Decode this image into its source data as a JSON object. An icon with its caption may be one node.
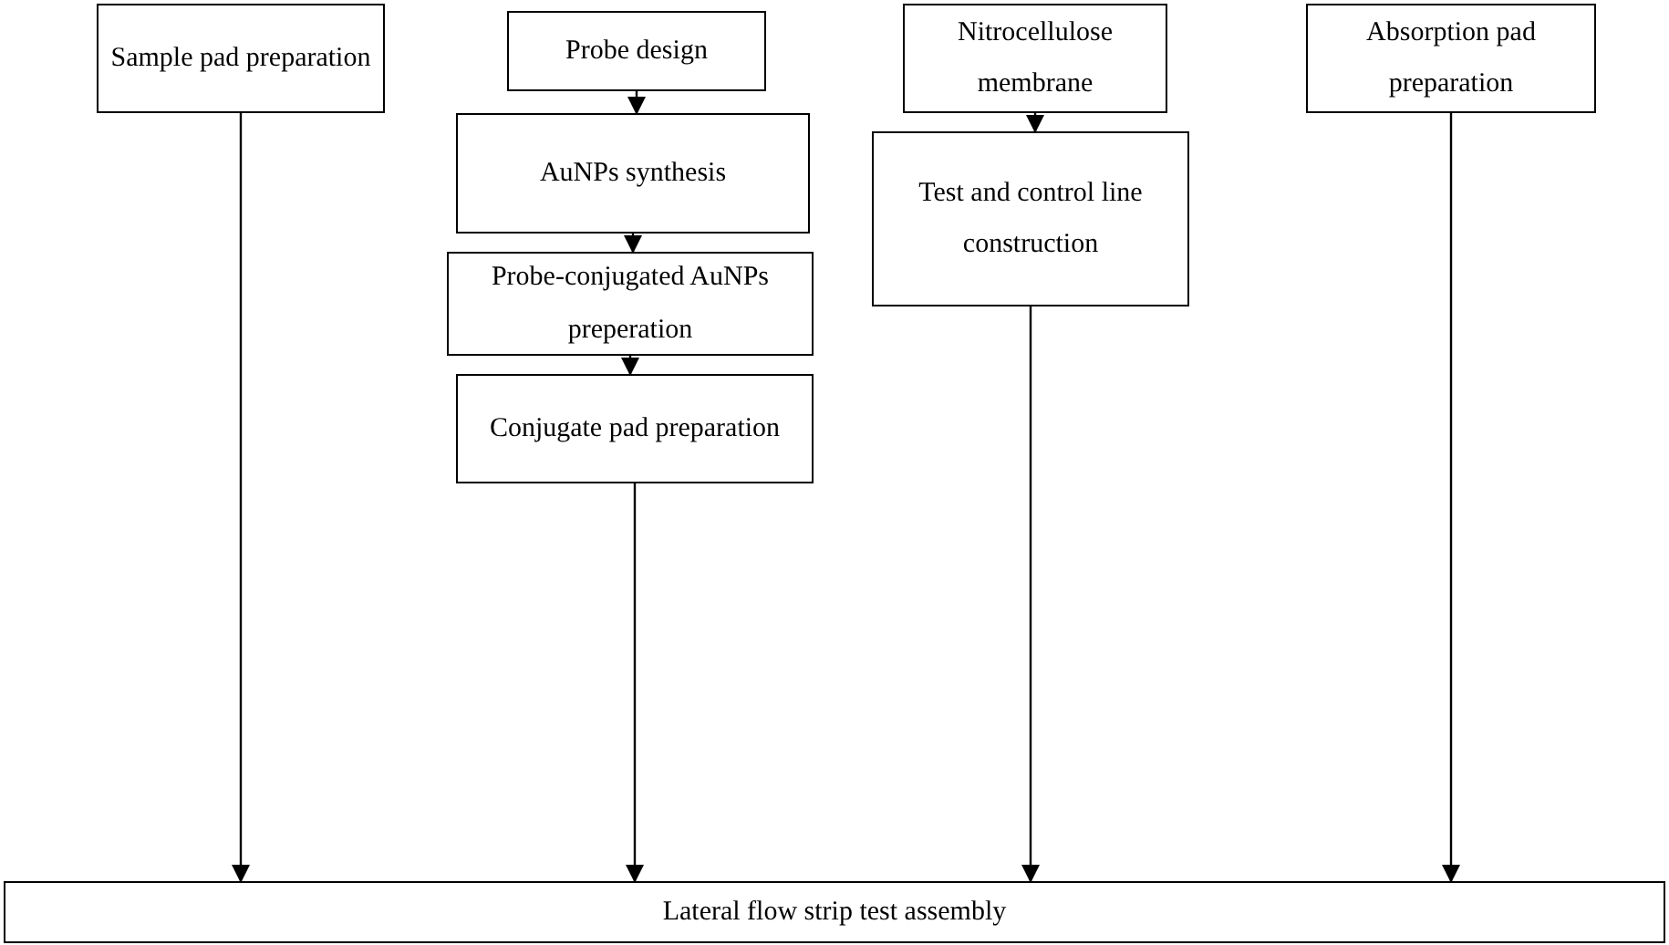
{
  "diagram": {
    "nodes": [
      {
        "text": [
          "Sample pad preparation"
        ]
      },
      {
        "text": [
          "Probe design"
        ]
      },
      {
        "text": [
          "AuNPs synthesis"
        ]
      },
      {
        "text": [
          "Probe-conjugated AuNPs preperation"
        ]
      },
      {
        "text": [
          "Conjugate pad preparation"
        ]
      },
      {
        "text": [
          "Nitrocellulose membrane"
        ]
      },
      {
        "text": [
          "Test and control line construction"
        ]
      },
      {
        "text": [
          "Absorption pad preparation"
        ]
      },
      {
        "text": [
          "Lateral flow strip test assembly"
        ]
      }
    ],
    "edges": [
      {
        "from": 0,
        "to": 8,
        "arrow": "to"
      },
      {
        "from": 1,
        "to": 2,
        "arrow": "to"
      },
      {
        "from": 2,
        "to": 3,
        "arrow": "to"
      },
      {
        "from": 3,
        "to": 4,
        "arrow": "to"
      },
      {
        "from": 4,
        "to": 8,
        "arrow": "to"
      },
      {
        "from": 5,
        "to": 6,
        "arrow": "to"
      },
      {
        "from": 6,
        "to": 8,
        "arrow": "to"
      },
      {
        "from": 7,
        "to": 8,
        "arrow": "to"
      }
    ]
  }
}
